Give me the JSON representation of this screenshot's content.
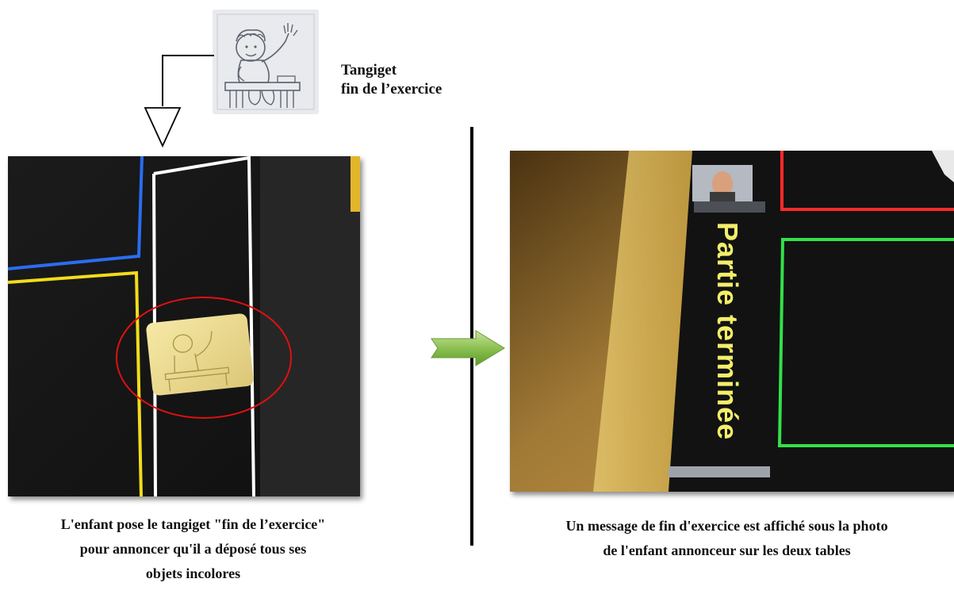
{
  "tangiget": {
    "title": "Tangiget",
    "subtitle": "fin de l’exercice"
  },
  "left_panel": {
    "caption_line1": "L'enfant pose le tangiget \"fin de l’exercice\"",
    "caption_line2": "pour annoncer qu'il a déposé tous ses",
    "caption_line3": "objets incolores"
  },
  "right_panel": {
    "screen_message": "Partie terminée",
    "caption_line1": "Un message de fin d'exercice est affiché sous la photo",
    "caption_line2": "de l'enfant annonceur sur les deux tables"
  },
  "colors": {
    "highlight_circle": "#e01010",
    "arrow_green": "#8cc152",
    "zone_blue": "#2a6df0",
    "zone_yellow": "#f3dc1c",
    "zone_red": "#ff2a2a",
    "zone_green": "#34e04a",
    "zone_white": "#ffffff",
    "message_text": "#f3ee6a"
  },
  "icons": [
    "tangiget-card-icon",
    "child-drawing-icon",
    "down-hollow-arrow-icon",
    "green-right-arrow-icon"
  ]
}
